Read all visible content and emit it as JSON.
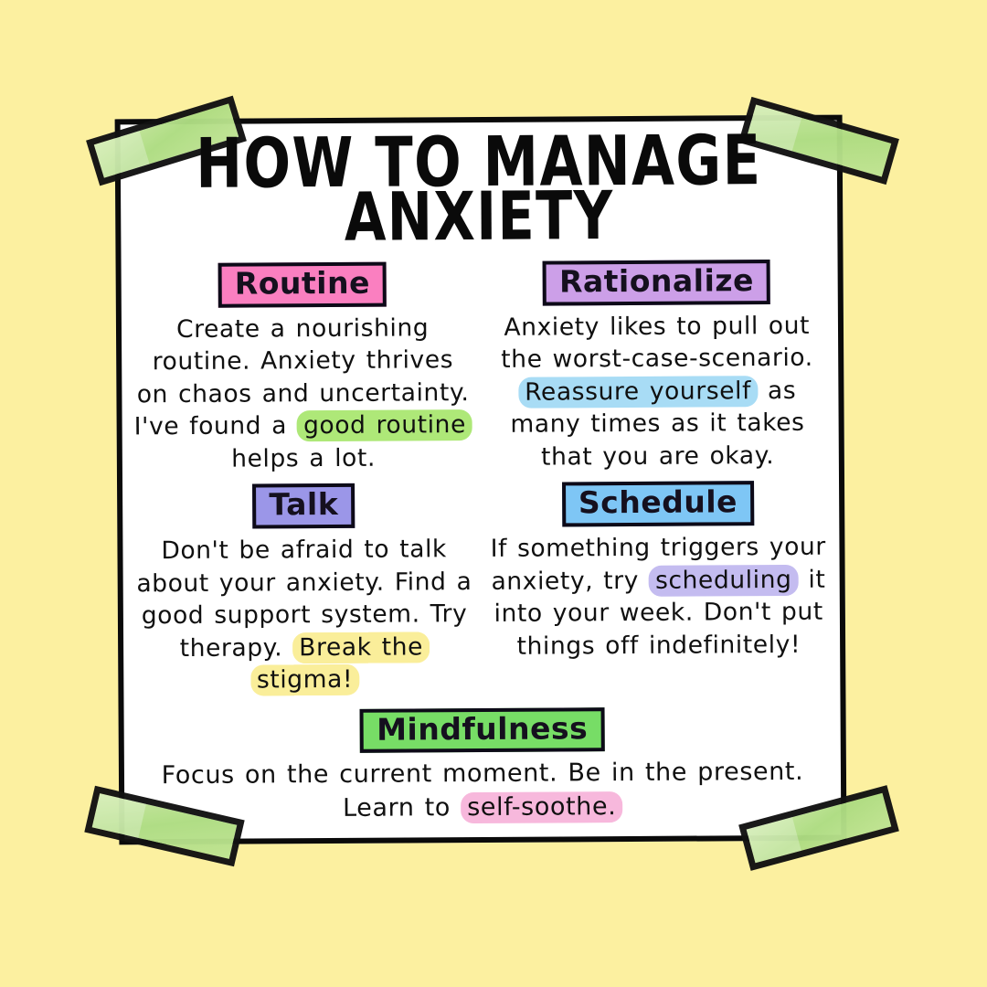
{
  "poster": {
    "background_color": "#FCF0A0",
    "paper_color": "#FFFFFF",
    "ink_color": "#0A0A0A",
    "tape_color": "#AEDC82",
    "title": {
      "line1": "HOW TO MANAGE",
      "line2": "ANXIETY"
    },
    "sections": [
      {
        "id": "routine",
        "heading": "Routine",
        "heading_bg": "#FA7FC0",
        "text_before": "Create a nourishing routine. Anxiety thrives on chaos and uncertainty. I've found a ",
        "highlight": "good routine",
        "highlight_bg": "#AEE878",
        "text_after": " helps a lot."
      },
      {
        "id": "rationalize",
        "heading": "Rationalize",
        "heading_bg": "#CC9FE8",
        "text_before": "Anxiety likes to pull out the worst-case-scenario. ",
        "highlight": "Reassure yourself",
        "highlight_bg": "#A8DCF5",
        "text_after": " as many times as it takes that you are okay."
      },
      {
        "id": "talk",
        "heading": "Talk",
        "heading_bg": "#9B96E8",
        "text_before": "Don't be afraid to talk about your anxiety. Find a good support system. Try therapy. ",
        "highlight": "Break the stigma!",
        "highlight_bg": "#FAEE9A",
        "text_after": ""
      },
      {
        "id": "schedule",
        "heading": "Schedule",
        "heading_bg": "#7EC6F5",
        "text_before": "If something triggers your anxiety, try ",
        "highlight": "scheduling",
        "highlight_bg": "#C4BCF0",
        "text_after": " it into your week. Don't put things off indefinitely!"
      },
      {
        "id": "mindfulness",
        "heading": "Mindfulness",
        "heading_bg": "#77DD66",
        "text_before": "Focus on the current moment. Be in the present. Learn to ",
        "highlight": "self-soothe.",
        "highlight_bg": "#F7B8DC",
        "text_after": ""
      }
    ],
    "tape_pieces": [
      {
        "name": "tape-top-left"
      },
      {
        "name": "tape-top-right"
      },
      {
        "name": "tape-bottom-left"
      },
      {
        "name": "tape-bottom-right"
      }
    ]
  }
}
